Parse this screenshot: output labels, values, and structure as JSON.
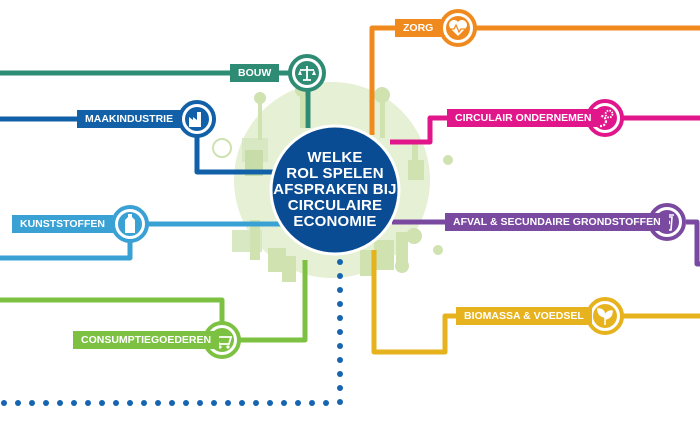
{
  "center": {
    "lines": [
      "WELKE",
      "ROL SPELEN",
      "AFSPRAKEN BIJ",
      "CIRCULAIRE",
      "ECONOMIE"
    ],
    "color": "#0a4c93"
  },
  "branches": [
    {
      "label": "BOUW",
      "color": "#2e8b74",
      "icon": "balance-icon"
    },
    {
      "label": "MAAKINDUSTRIE",
      "color": "#1261a8",
      "icon": "factory-icon"
    },
    {
      "label": "KUNSTSTOFFEN",
      "color": "#3aa1d4",
      "icon": "bottle-icon"
    },
    {
      "label": "CONSUMPTIEGOEDEREN",
      "color": "#7cc142",
      "icon": "shopping-cart-icon"
    },
    {
      "label": "ZORG",
      "color": "#f08a1f",
      "icon": "heart-pulse-icon"
    },
    {
      "label": "CIRCULAIR ONDERNEMEN",
      "color": "#e0168a",
      "icon": "gears-icon"
    },
    {
      "label": "AFVAL & SECUNDAIRE GRONDSTOFFEN",
      "color": "#7a4aa0",
      "icon": "recycle-bin-icon"
    },
    {
      "label": "BIOMASSA & VOEDSEL",
      "color": "#e6b21e",
      "icon": "leaves-icon"
    }
  ],
  "colors": {
    "illustration": "#cfe2b0",
    "dots": "#1565b0"
  }
}
